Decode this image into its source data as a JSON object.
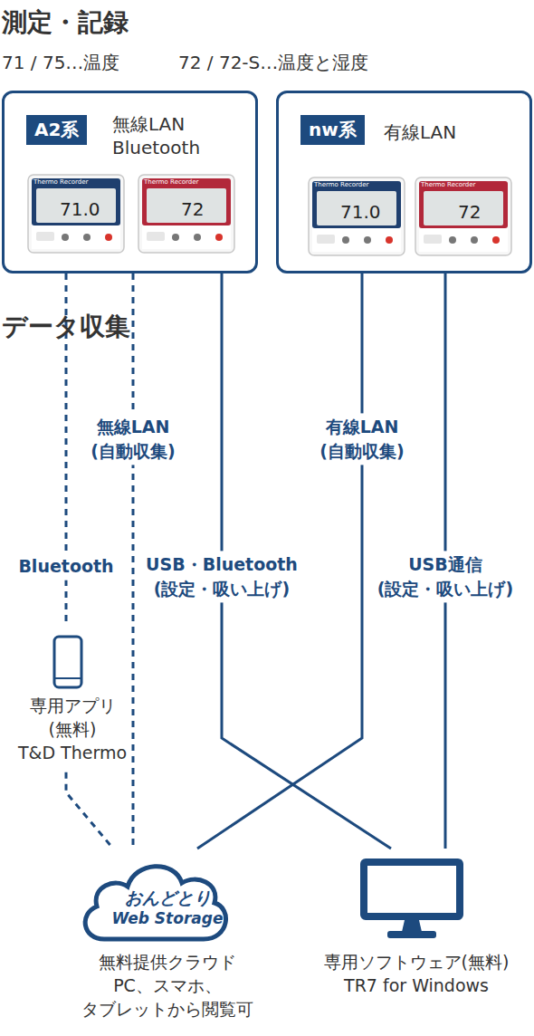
{
  "diagram": {
    "title": "測定・記録",
    "nodes": [
      {
        "text": [
          "A2系",
          "無線LAN Bluetooth"
        ]
      },
      {
        "text": [
          "nw系",
          "有線LAN"
        ]
      },
      {
        "text": [
          "専用アプリ (無料) T&D Thermo"
        ]
      },
      {
        "text": [
          "おんどとり",
          "Web Storage",
          "無料提供クラウド PC、スマホ、 タブレットから閲覧可"
        ]
      },
      {
        "text": [
          "専用ソフトウェア(無料) TR7 for Windows"
        ]
      }
    ],
    "edges": [
      {
        "from": 0,
        "to": 2,
        "arrow": "none",
        "label": "Bluetooth"
      },
      {
        "from": 2,
        "to": 3,
        "arrow": "none"
      },
      {
        "from": 0,
        "to": 3,
        "arrow": "none",
        "label": "無線LAN (自動収集)"
      },
      {
        "from": 0,
        "to": 4,
        "arrow": "none",
        "label": "USB・Bluetooth (設定・吸い上げ)"
      },
      {
        "from": 1,
        "to": 3,
        "arrow": "none",
        "label": "有線LAN (自動収集)"
      },
      {
        "from": 1,
        "to": 4,
        "arrow": "none",
        "label": "USB通信 (設定・吸い上げ)"
      }
    ],
    "labels": [
      "71 / 75…温度",
      "72 / 72-S…温度と湿度",
      "データ収集",
      "Thermo Recorder",
      "71.0",
      "Thermo Recorder",
      "72",
      "Thermo Recorder",
      "71.0",
      "Thermo Recorder",
      "72"
    ]
  }
}
